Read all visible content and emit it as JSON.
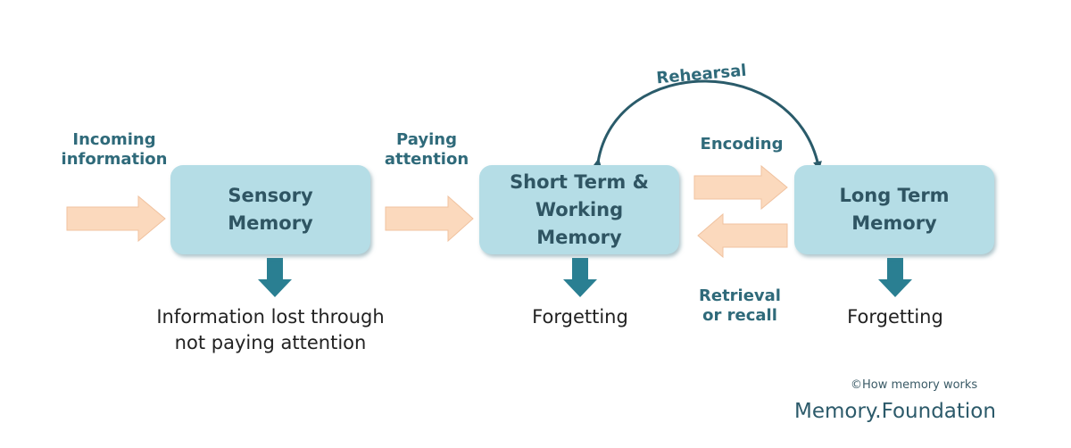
{
  "boxes": {
    "sensory": "Sensory\nMemory",
    "short_term": "Short Term &\nWorking\nMemory",
    "long_term": "Long Term\nMemory"
  },
  "labels": {
    "incoming": "Incoming\ninformation",
    "paying": "Paying\nattention",
    "rehearsal": "Rehearsal",
    "encoding": "Encoding",
    "retrieval": "Retrieval\nor recall"
  },
  "outcomes": {
    "sensory": "Information lost through\nnot paying attention",
    "short_term": "Forgetting",
    "long_term": "Forgetting"
  },
  "footer": {
    "copyright": "©How memory works",
    "brand": "Memory.Foundation"
  },
  "colors": {
    "box_fill": "#b5dde6",
    "arrow_peach": "#fbd9bd",
    "arrow_teal": "#2a7f92",
    "label_text": "#2f6a7a"
  }
}
